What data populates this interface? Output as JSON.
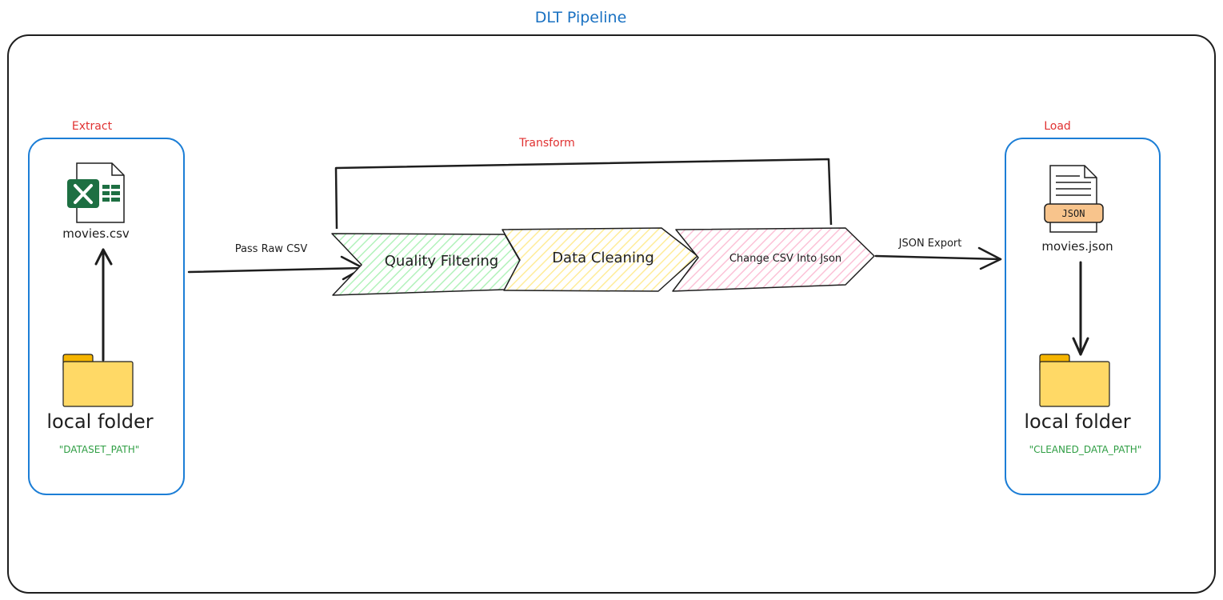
{
  "title": "DLT Pipeline",
  "colors": {
    "title": "#1971c2",
    "stage_label": "#e03131",
    "box_stroke": "#1c7ed6",
    "path_text": "#2f9e44",
    "outline": "#1e1e1e",
    "folder": "#ffd966",
    "folder_tab": "#f5b400",
    "excel": "#1d6f42",
    "json_tag": "#f8c48c",
    "quality_fill": "#d3f9d8",
    "cleaning_fill": "#fff3bf",
    "convert_fill": "#ffdeeb"
  },
  "extract": {
    "label": "Extract",
    "file_icon": "excel-file-icon",
    "file_name": "movies.csv",
    "folder_icon": "folder-icon",
    "folder_label": "local folder",
    "path": "\"DATASET_PATH\""
  },
  "transform": {
    "label": "Transform",
    "steps": [
      {
        "label": "Quality Filtering"
      },
      {
        "label": "Data Cleaning"
      },
      {
        "label": "Change CSV Into Json"
      }
    ]
  },
  "load": {
    "label": "Load",
    "file_icon": "json-file-icon",
    "json_tag": "JSON",
    "file_name": "movies.json",
    "folder_icon": "folder-icon",
    "folder_label": "local folder",
    "path": "\"CLEANED_DATA_PATH\""
  },
  "edges": {
    "pass_raw": "Pass Raw CSV",
    "json_export": "JSON Export"
  }
}
